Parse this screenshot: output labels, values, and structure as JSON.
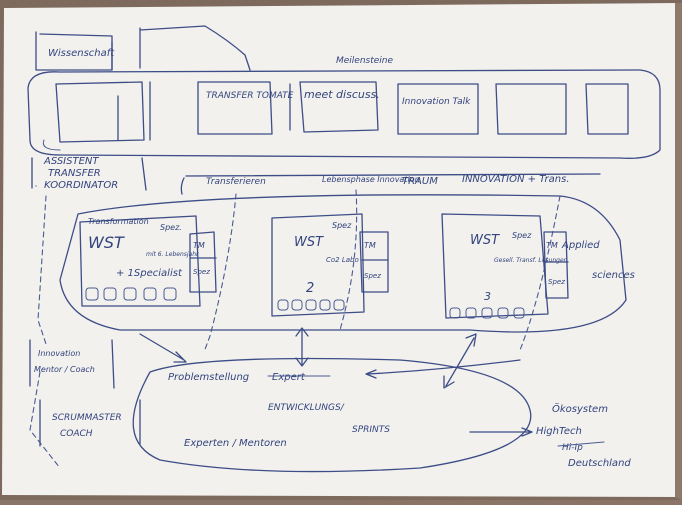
{
  "top_left_box": "Wissenschaft",
  "milestones_label": "Meilensteine",
  "milestones": [
    "TRANSFER TOMATE",
    "meet discuss.",
    "Innovation Talk"
  ],
  "assistant": [
    "ASSISTENT",
    "TRANSFER",
    "KOORDINATOR"
  ],
  "process_labels": {
    "transfer": "Transferieren",
    "life": "Lebensphase Innovation",
    "traum": "TRAUM",
    "innovation": "INNOVATION + Trans."
  },
  "wst1": {
    "title": "WST",
    "top_note": "Transformation",
    "spez": "Spez.",
    "note1": "mit 6. Lebensjahr",
    "note2": "+ 1Specialist",
    "tm": "TM",
    "spez2": "Spez"
  },
  "wst2": {
    "title": "WST",
    "spez": "Spez",
    "note": "Co2 Labo",
    "number": "2",
    "tm": "TM",
    "spez2": "Spez"
  },
  "wst3": {
    "title": "WST",
    "spez": "Spez",
    "note": "Gesell. Transf. Lösungen",
    "number": "3",
    "tm": "TM",
    "applied": "Applied",
    "sciences": "sciences",
    "spez2": "Spez"
  },
  "innovation_coach": [
    "Innovation",
    "Mentor / Coach"
  ],
  "scrum_master": [
    "SCRUMMASTER",
    "COACH"
  ],
  "problem_label": "Problemstellung",
  "problem_struck": "Expert",
  "development": "ENTWICKLUNGS/",
  "sprints": "SPRINTS",
  "experts": "Experten / Mentoren",
  "ecosystem": "Ökosystem",
  "hightech": "HighTech",
  "struck_note": "Hi-Ip",
  "germany": "Deutschland"
}
